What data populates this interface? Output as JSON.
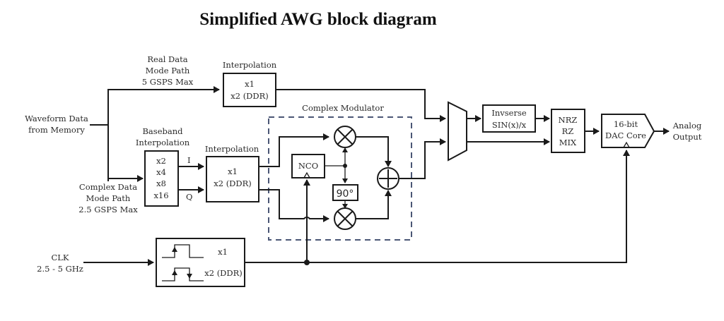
{
  "title": "Simplified AWG block diagram",
  "diagram": {
    "inputs": {
      "waveform": [
        "Waveform Data",
        "from Memory"
      ],
      "clk": [
        "CLK",
        "2.5 - 5 GHz"
      ]
    },
    "paths": {
      "real": [
        "Real Data",
        "Mode Path",
        "5 GSPS Max"
      ],
      "complex": [
        "Complex Data",
        "Mode Path",
        "2.5 GSPS Max"
      ]
    },
    "blocks": {
      "interp_real": {
        "title": "Interpolation",
        "lines": [
          "x1",
          "x2 (DDR)"
        ]
      },
      "baseband": {
        "title": [
          "Baseband",
          "Interpolation"
        ],
        "lines": [
          "x2",
          "x4",
          "x8",
          "x16"
        ]
      },
      "interp_cplx": {
        "title": "Interpolation",
        "lines": [
          "x1",
          "x2 (DDR)"
        ]
      },
      "modulator": {
        "title": "Complex Modulator",
        "nco": "NCO",
        "phase": "90°"
      },
      "inv_sinc": {
        "lines": [
          "Invserse",
          "SIN(x)/x"
        ]
      },
      "nrz": {
        "lines": [
          "NRZ",
          "RZ",
          "MIX"
        ]
      },
      "dac": {
        "lines": [
          "16-bit",
          "DAC Core"
        ]
      },
      "clock": {
        "lines": [
          "x1",
          "x2 (DDR)"
        ]
      }
    },
    "signals": {
      "i": "I",
      "q": "Q"
    },
    "output": [
      "Analog",
      "Output"
    ]
  }
}
